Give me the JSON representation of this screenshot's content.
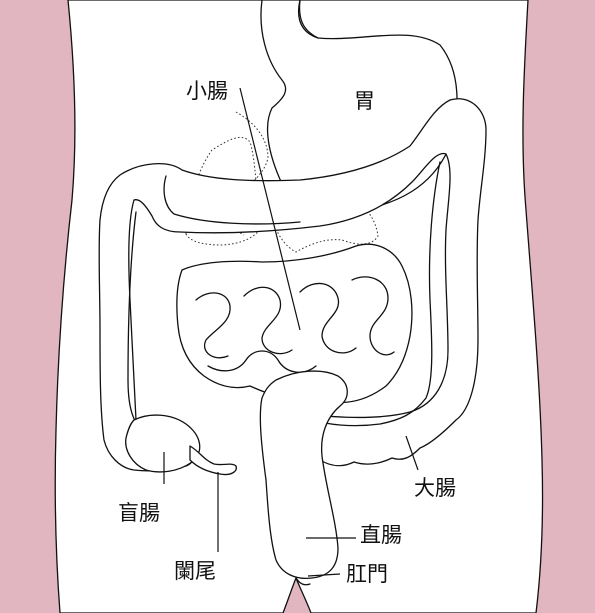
{
  "colors": {
    "background": "#e2b6c0",
    "body": "#ffffff",
    "outline": "#111111"
  },
  "labels": {
    "stomach": "胃",
    "small_intestine": "小腸",
    "large_intestine": "大腸",
    "cecum": "盲腸",
    "appendix": "闌尾",
    "rectum": "直腸",
    "anus": "肛門"
  }
}
